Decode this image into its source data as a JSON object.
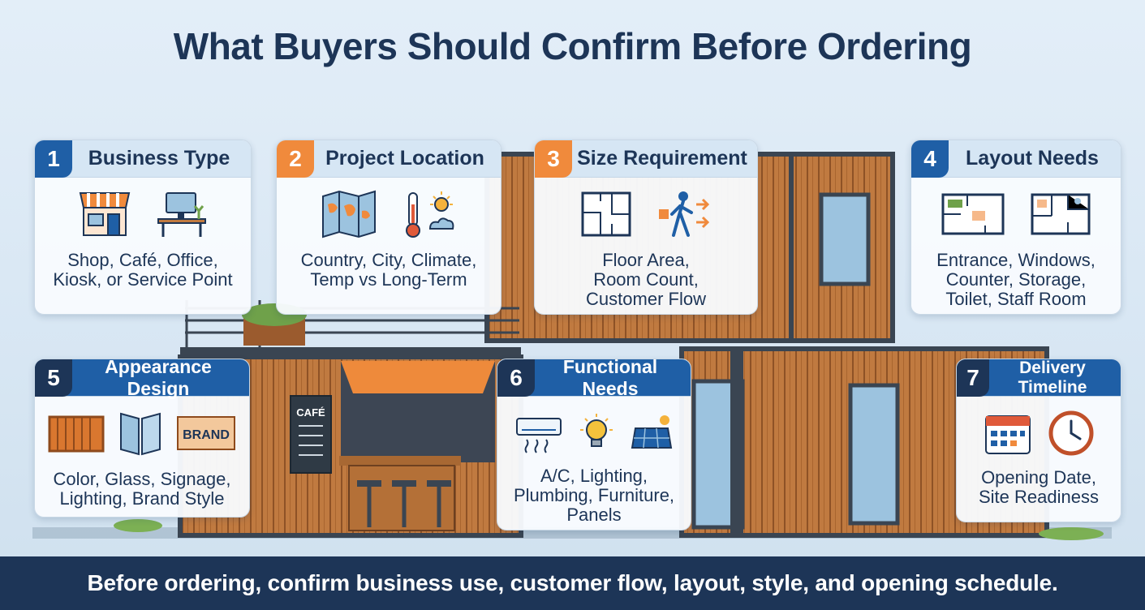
{
  "title": "What Buyers Should Confirm Before Ordering",
  "cards": [
    {
      "num": "1",
      "title": "Business Type",
      "lines": [
        "Shop, Café, Office,",
        "Kiosk, or Service Point"
      ]
    },
    {
      "num": "2",
      "title": "Project Location",
      "lines": [
        "Country, City, Climate,",
        "Temp vs Long-Term"
      ]
    },
    {
      "num": "3",
      "title": "Size Requirement",
      "lines": [
        "Floor Area,",
        "Room Count,",
        "Customer Flow"
      ]
    },
    {
      "num": "4",
      "title": "Layout Needs",
      "lines": [
        "Entrance, Windows,",
        "Counter, Storage,",
        "Toilet, Staff Room"
      ]
    },
    {
      "num": "5",
      "title": "Appearance Design",
      "lines": [
        "Color, Glass, Signage,",
        "Lighting, Brand Style"
      ]
    },
    {
      "num": "6",
      "title": "Functional Needs",
      "lines": [
        "A/C, Lighting,",
        "Plumbing, Furniture,",
        "Panels"
      ]
    },
    {
      "num": "7",
      "title": "Delivery Timeline",
      "lines": [
        "Opening Date,",
        "Site Readiness"
      ]
    }
  ],
  "signs": {
    "cafe": "CAFÉ",
    "brand": "BRAND"
  },
  "footer": "Before ordering, confirm business use, customer flow, layout, style, and opening schedule.",
  "colors": {
    "navy": "#1d3557",
    "blue": "#1f5fa6",
    "orange": "#f08a3c",
    "wood": "#b86f3a"
  }
}
